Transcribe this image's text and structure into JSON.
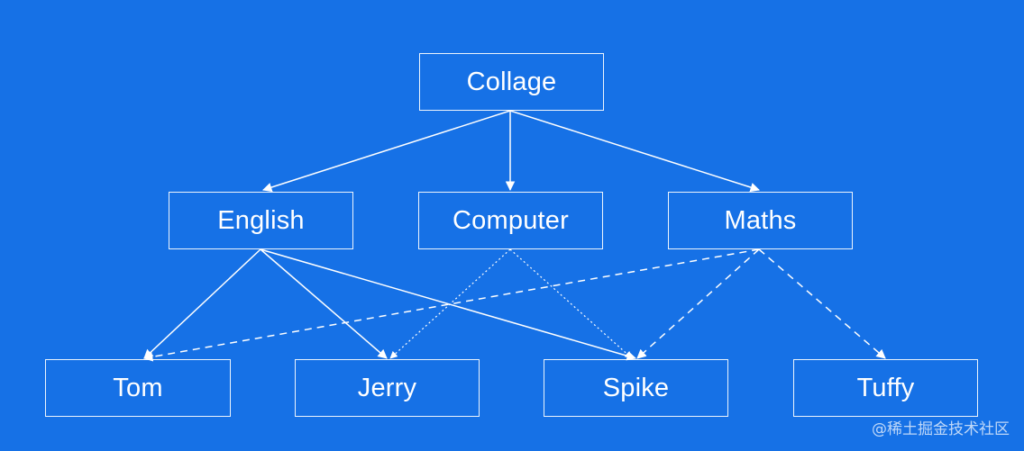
{
  "diagram": {
    "nodes": {
      "collage": "Collage",
      "english": "English",
      "computer": "Computer",
      "maths": "Maths",
      "tom": "Tom",
      "jerry": "Jerry",
      "spike": "Spike",
      "tuffy": "Tuffy"
    }
  },
  "watermark": "@稀土掘金技术社区",
  "colors": {
    "background": "#1671e6",
    "stroke": "#ffffff"
  }
}
